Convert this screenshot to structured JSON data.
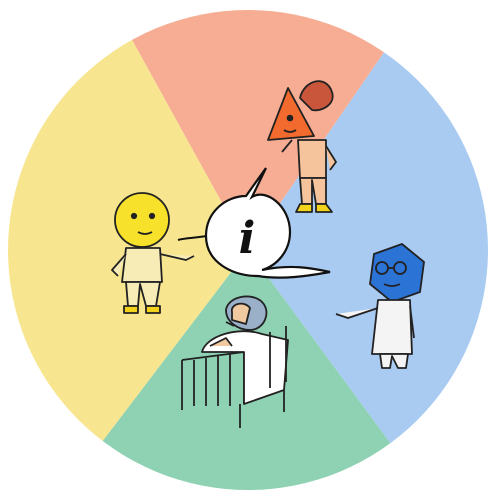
{
  "illustration": {
    "wheel_colors": {
      "top_salmon": "#f6ad93",
      "right_blue": "#a9cbf2",
      "bottom_green": "#8fd1b3",
      "left_yellow": "#f7e58f"
    },
    "center_bubble": {
      "glyph": "i",
      "icon": "info-icon"
    },
    "figures": [
      {
        "name": "orange-triangle-head-figure",
        "color": "#f26a2e"
      },
      {
        "name": "yellow-round-head-figure",
        "color": "#f7e12a"
      },
      {
        "name": "blue-hexagon-doctor-figure",
        "color": "#2c73d6"
      },
      {
        "name": "patient-in-bed-figure",
        "color": "#f0c9a0"
      }
    ]
  }
}
